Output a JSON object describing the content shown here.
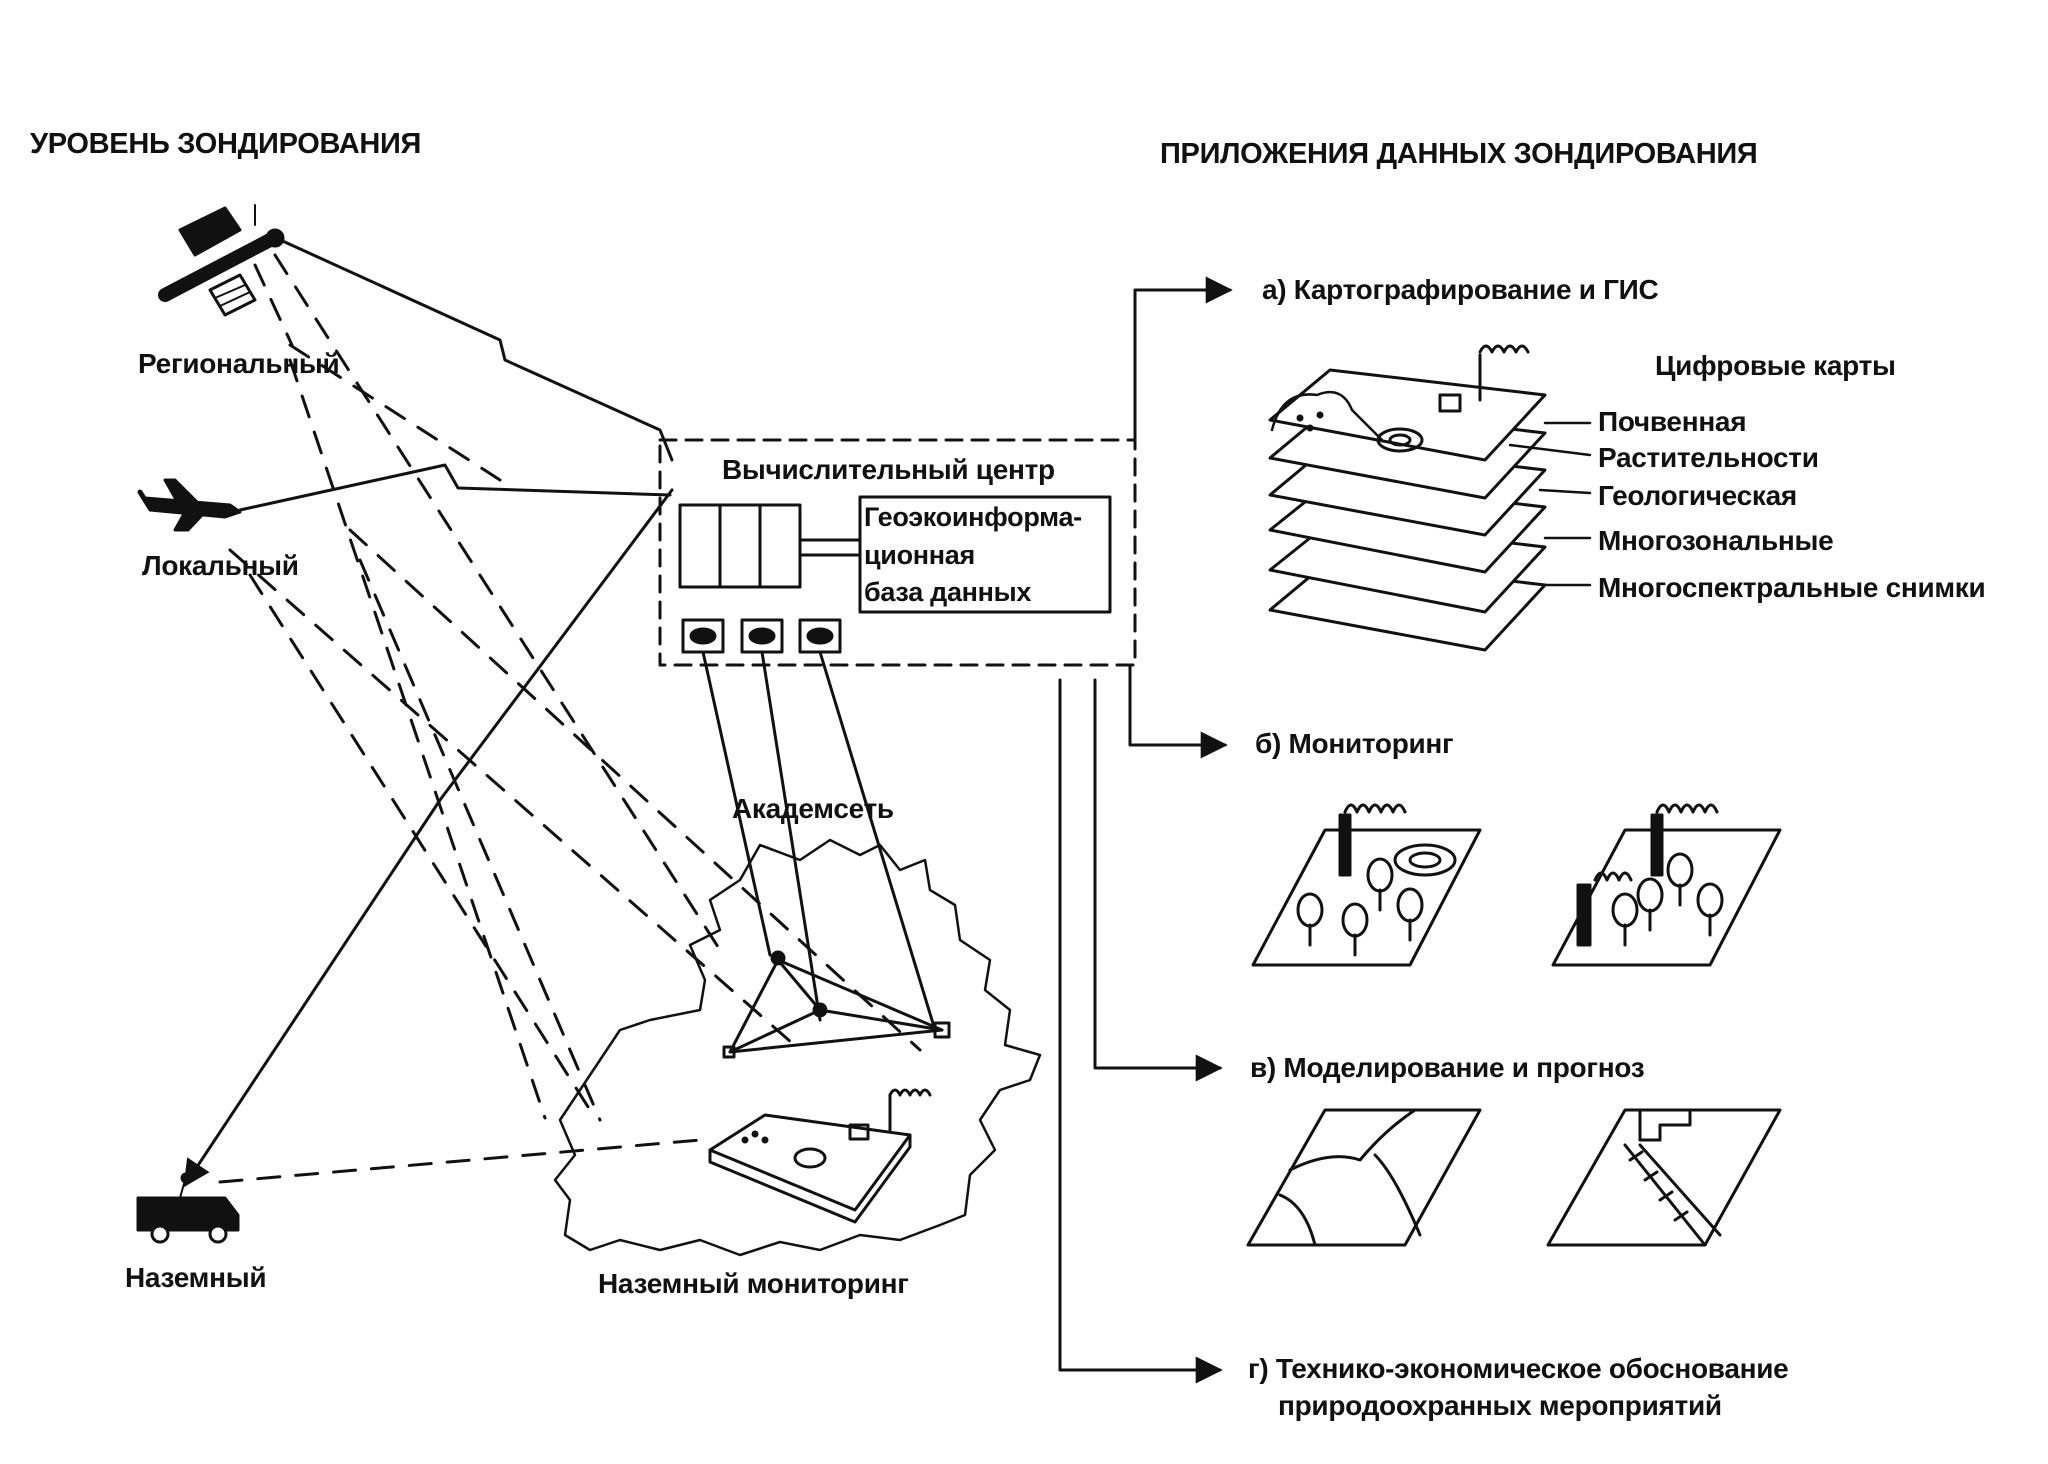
{
  "sensing_level": {
    "title": "УРОВЕНЬ ЗОНДИРОВАНИЯ",
    "regional": "Региональный",
    "local": "Локальный",
    "ground": "Наземный"
  },
  "computing_center": {
    "title": "Вычислительный центр",
    "db_line1": "Геоэкоинформа-",
    "db_line2": "ционная",
    "db_line3": "база данных"
  },
  "network": {
    "akademset": "Академсеть",
    "ground_monitoring": "Наземный мониторинг"
  },
  "applications": {
    "title": "ПРИЛОЖЕНИЯ ДАННЫХ ЗОНДИРОВАНИЯ",
    "a": "а) Картографирование и ГИС",
    "b": "б) Мониторинг",
    "v": "в) Моделирование и прогноз",
    "g_line1": "г) Технико-экономическое обоснование",
    "g_line2": "природоохранных мероприятий"
  },
  "digital_maps": {
    "title": "Цифровые карты",
    "layers": [
      "Почвенная",
      "Растительности",
      "Геологическая",
      "Многозональные",
      "Многоспектральные снимки"
    ]
  }
}
